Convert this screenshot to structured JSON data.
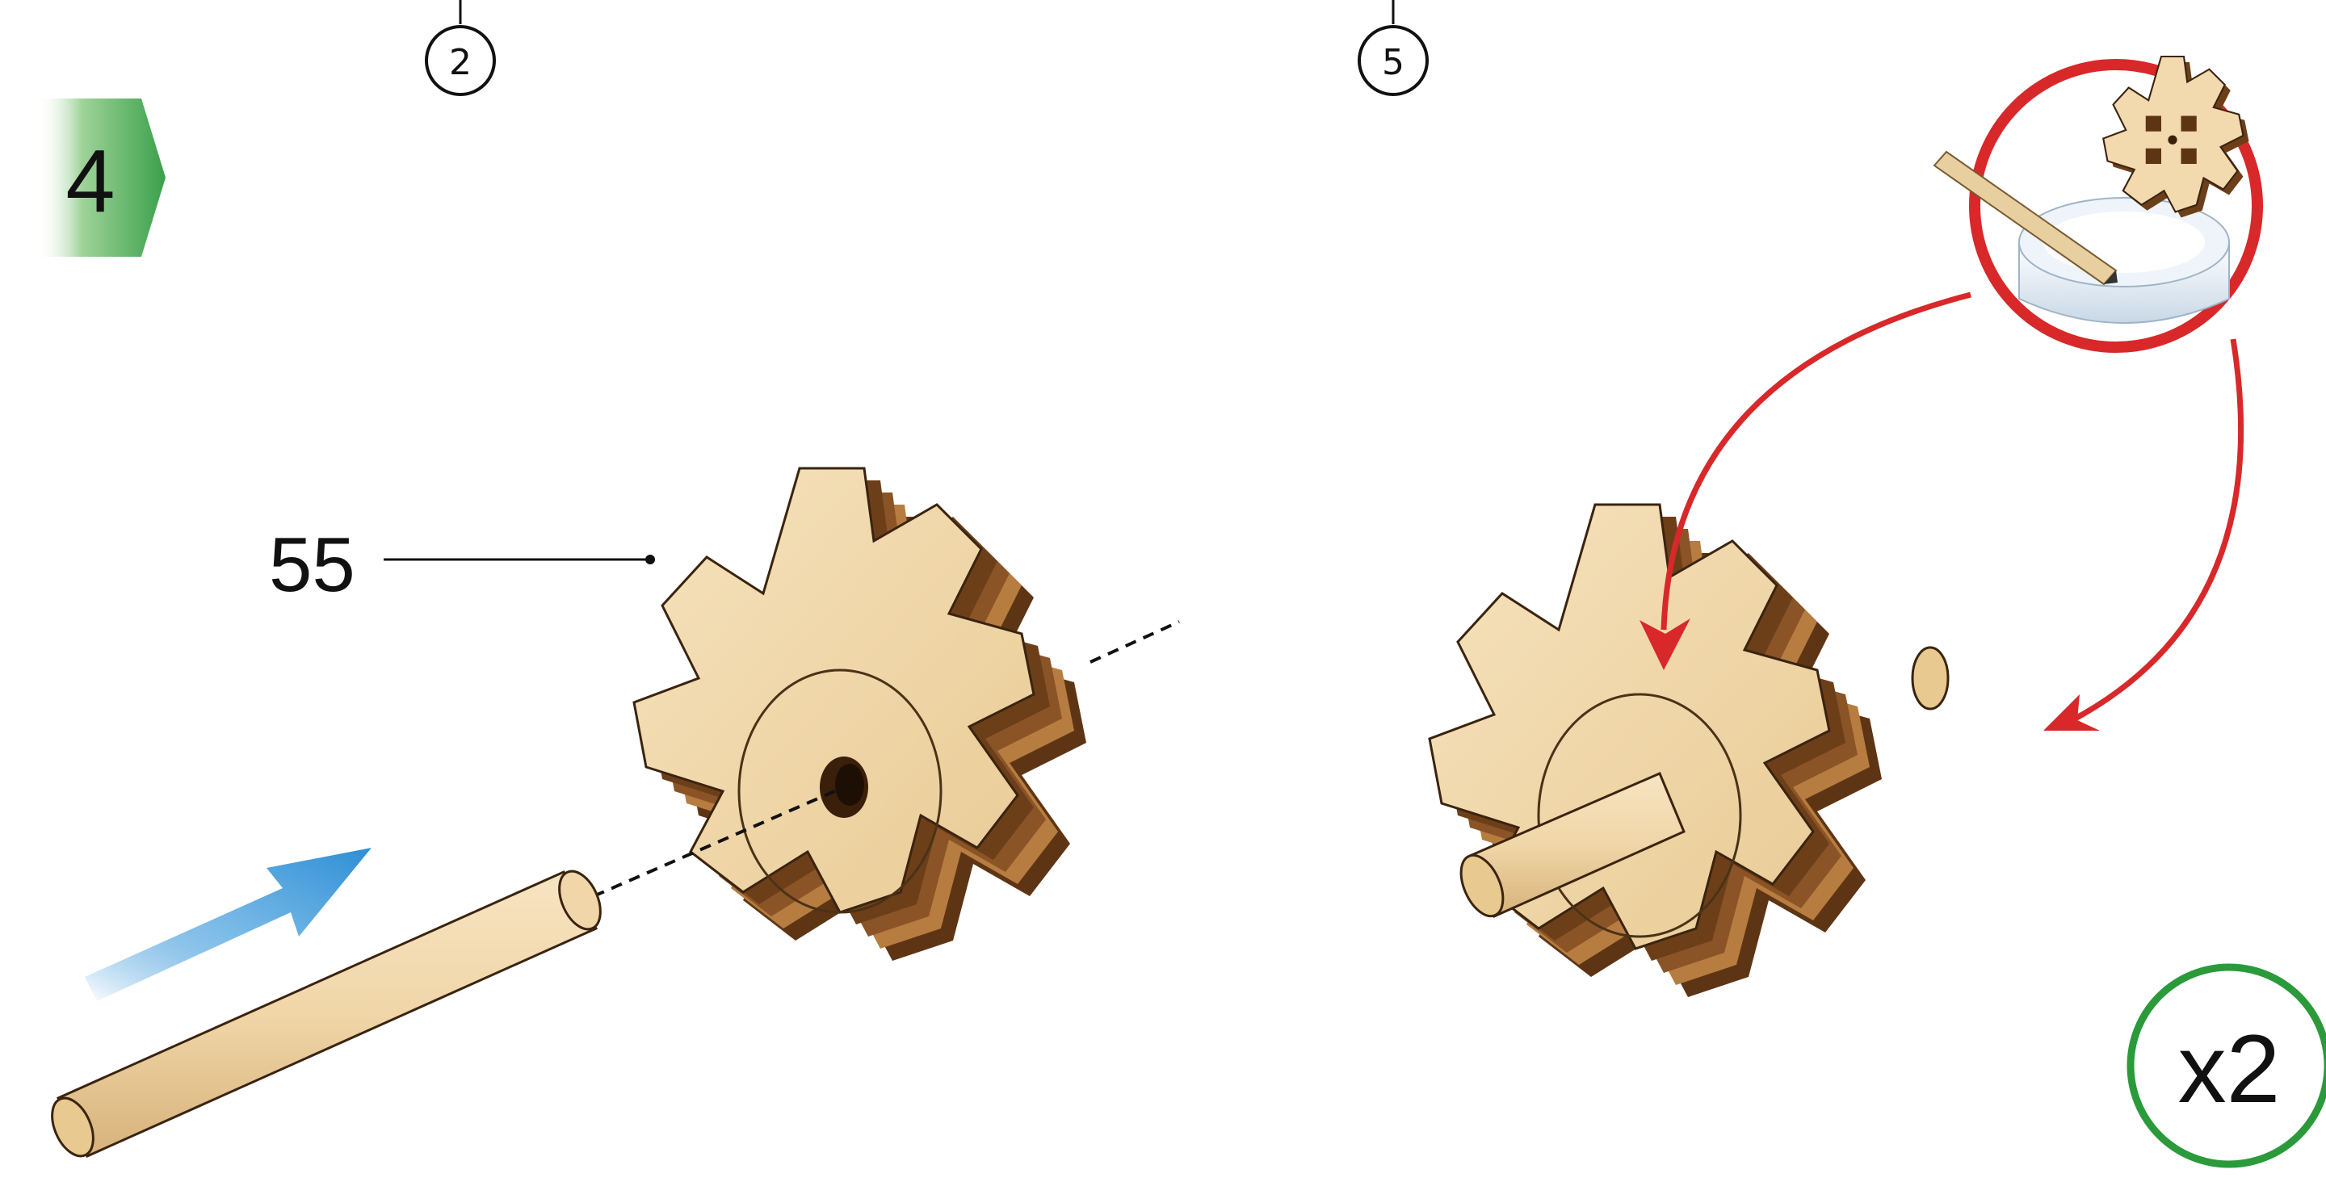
{
  "step": {
    "number": "4",
    "badge_color": "#3aa04a"
  },
  "reference_markers": [
    "2",
    "5"
  ],
  "part_label": "55",
  "quantity": {
    "label": "x2",
    "ring_color": "#2a9a3a"
  },
  "glue_callout": {
    "ring_color": "#d8282a",
    "arrow_color": "#d8282a",
    "icons": [
      "glue-pot-icon",
      "glue-stick-icon",
      "gear-icon"
    ]
  },
  "insert_arrow": {
    "color": "#2e8fd6"
  },
  "wood_colors": {
    "face": "#f2d9ae",
    "face_shade": "#e6c690",
    "edge_dark": "#5e3514",
    "edge_mid": "#8a5427",
    "edge_light": "#b77c40",
    "dowel": "#f0d6a8"
  }
}
